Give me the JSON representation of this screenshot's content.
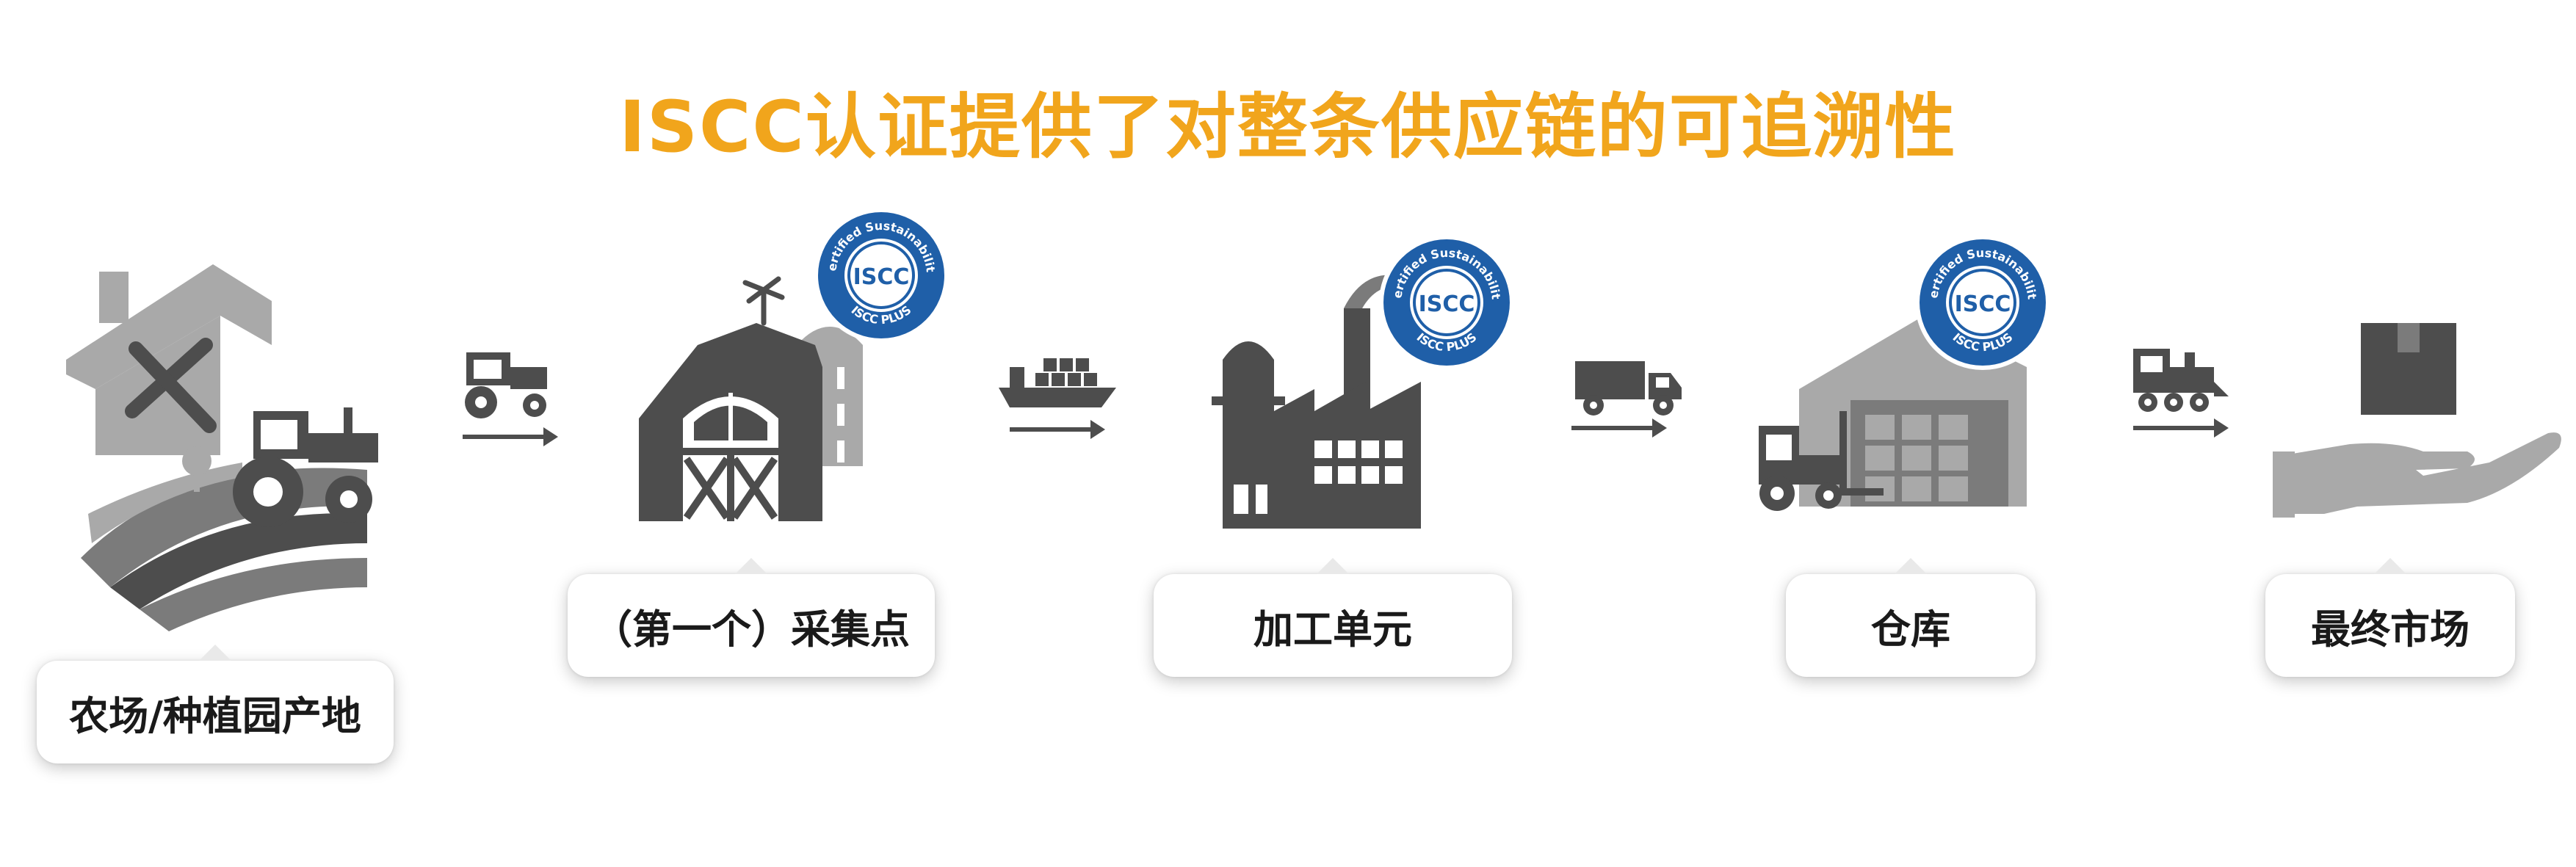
{
  "title": "ISCC认证提供了对整条供应链的可追溯性",
  "colors": {
    "title": "#f1a51c",
    "icon_dark": "#4d4d4d",
    "icon_mid": "#7b7b7b",
    "icon_light": "#a9a9a9",
    "seal_blue": "#1f5fa8"
  },
  "seal": {
    "center_text": "ISCC",
    "top_arc": "Certified Sustainability",
    "bottom_arc": "ISCC PLUS"
  },
  "stages": [
    {
      "label": "农场/种植园产地",
      "icon": "farm-icon",
      "certified": false
    },
    {
      "label": "（第一个）采集点",
      "icon": "barn-icon",
      "certified": true
    },
    {
      "label": "加工单元",
      "icon": "factory-icon",
      "certified": true
    },
    {
      "label": "仓库",
      "icon": "warehouse-icon",
      "certified": true
    },
    {
      "label": "最终市场",
      "icon": "market-hand-icon",
      "certified": false
    }
  ],
  "transports": [
    {
      "icon": "tractor-icon"
    },
    {
      "icon": "ship-icon"
    },
    {
      "icon": "truck-icon"
    },
    {
      "icon": "train-icon"
    }
  ]
}
